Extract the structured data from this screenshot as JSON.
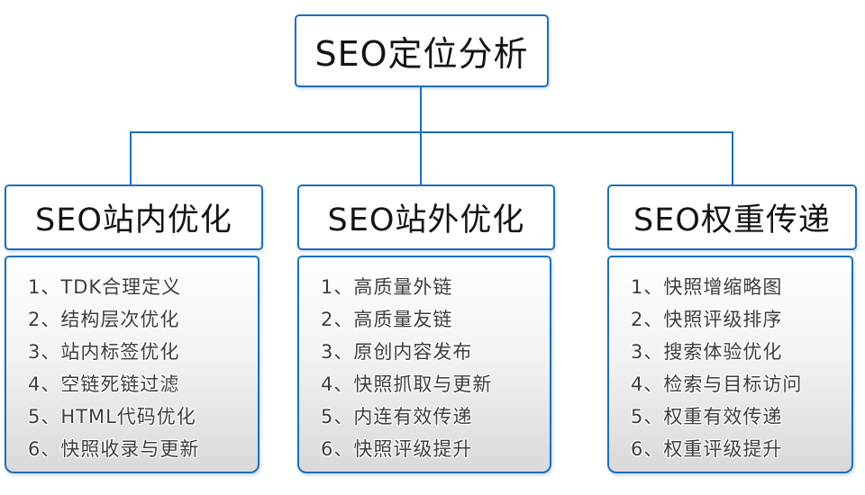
{
  "root": {
    "title": "SEO定位分析"
  },
  "branches": [
    {
      "title": "SEO站内优化",
      "items": [
        "1、TDK合理定义",
        "2、结构层次优化",
        "3、站内标签优化",
        "4、空链死链过滤",
        "5、HTML代码优化",
        "6、快照收录与更新"
      ]
    },
    {
      "title": "SEO站外优化",
      "items": [
        "1、高质量外链",
        "2、高质量友链",
        "3、原创内容发布",
        "4、快照抓取与更新",
        "5、内连有效传递",
        "6、快照评级提升"
      ]
    },
    {
      "title": "SEO权重传递",
      "items": [
        "1、快照增缩略图",
        "2、快照评级排序",
        "3、搜索体验优化",
        "4、检索与目标访问",
        "5、权重有效传递",
        "6、权重评级提升"
      ]
    }
  ],
  "colors": {
    "line_blue": "#1b6fbe",
    "header_text": "#141414",
    "item_text": "#3d3d3d",
    "list_bg_top": "#fefefe",
    "list_bg_bottom": "#d9d9d9"
  }
}
